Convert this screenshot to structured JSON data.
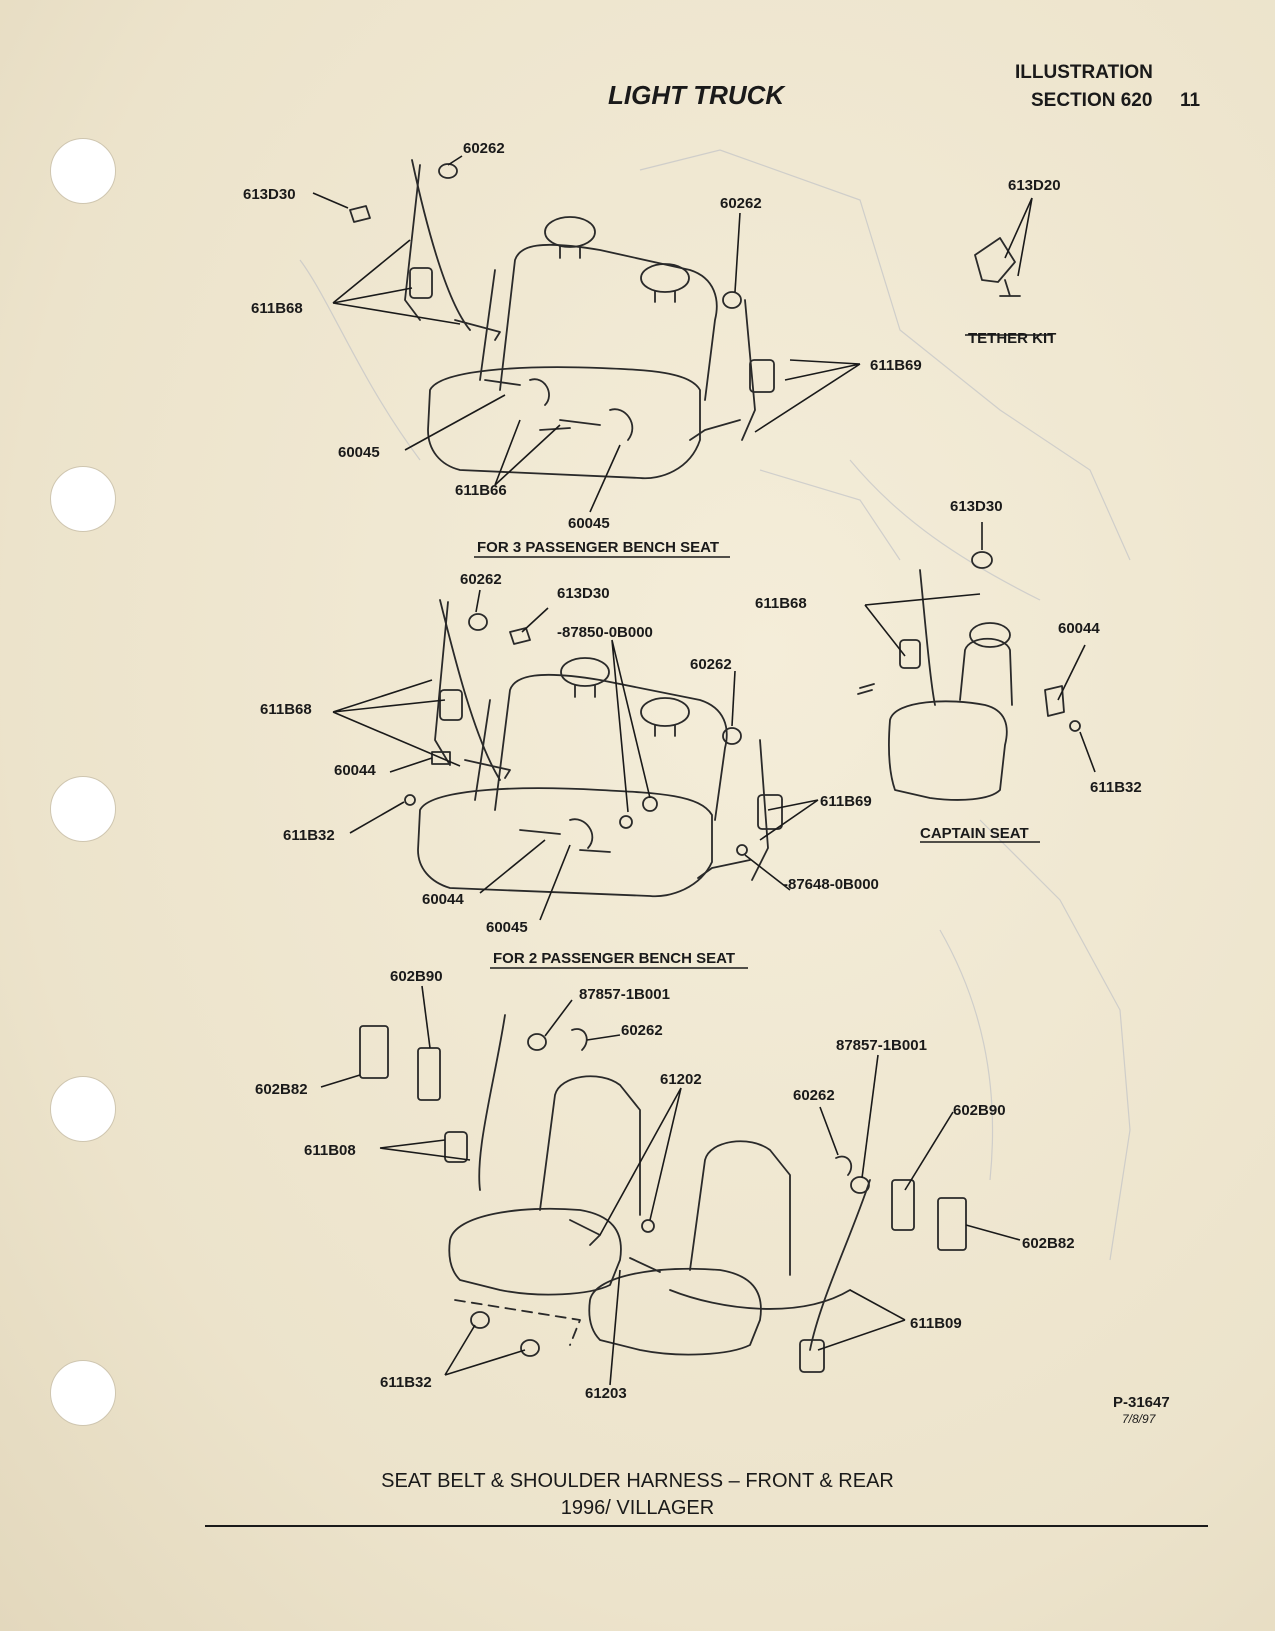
{
  "header": {
    "title": "LIGHT TRUCK",
    "illustration": "ILLUSTRATION",
    "section": "SECTION 620",
    "page_number": "11"
  },
  "groups": [
    {
      "caption": "FOR 3 PASSENGER BENCH SEAT"
    },
    {
      "caption": "TETHER KIT"
    },
    {
      "caption": "FOR 2 PASSENGER BENCH SEAT"
    },
    {
      "caption": "CAPTAIN SEAT"
    }
  ],
  "callouts": [
    "60262",
    "613D30",
    "611B68",
    "60262",
    "613D20",
    "611B69",
    "60045",
    "611B66",
    "60045",
    "613D30",
    "60262",
    "613D30",
    "-87850-0B000",
    "60262",
    "611B68",
    "60044",
    "611B68",
    "60044",
    "611B32",
    "611B69",
    "611B32",
    "-87648-0B000",
    "60044",
    "60045",
    "602B90",
    "87857-1B001",
    "60262",
    "602B82",
    "61202",
    "87857-1B001",
    "611B08",
    "60262",
    "602B90",
    "602B82",
    "611B09",
    "611B32",
    "61203"
  ],
  "footer": {
    "reference": "P-31647",
    "date": "7/8/97",
    "caption_line1": "SEAT BELT & SHOULDER HARNESS – FRONT & REAR",
    "caption_line2": "1996/ VILLAGER"
  }
}
